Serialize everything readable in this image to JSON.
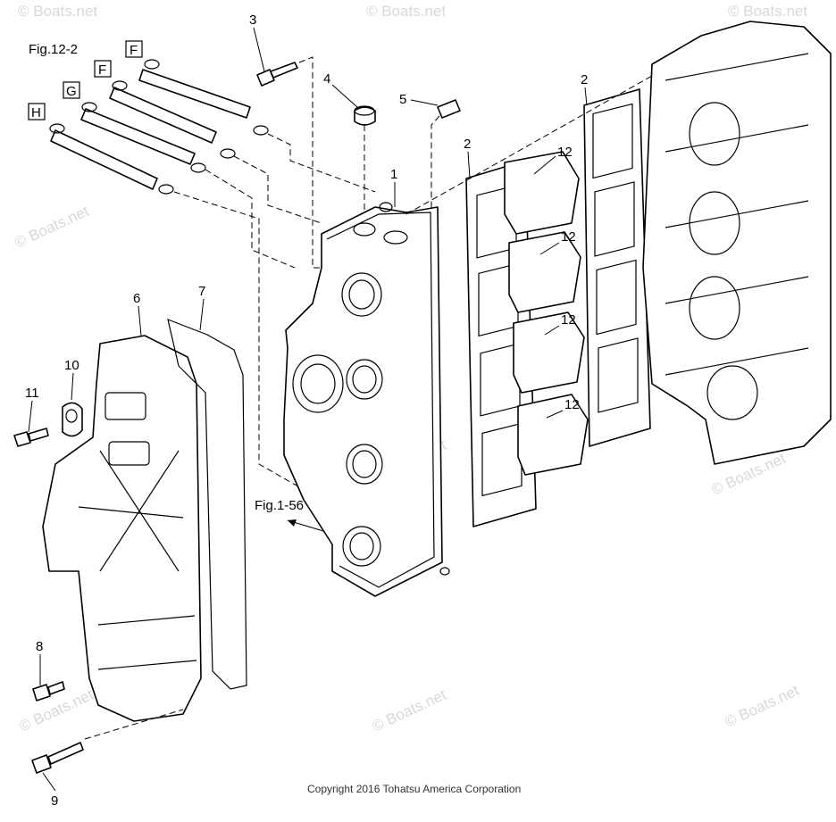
{
  "figure": {
    "fig_ref": "Fig.12-2",
    "fig_ref_2": "Fig.1-56",
    "copyright": "Copyright 2016 Tohatsu America Corporation",
    "watermark": "© Boats.net"
  },
  "letter_boxes": [
    "F",
    "F",
    "G",
    "H"
  ],
  "callouts": {
    "c1": "1",
    "c2a": "2",
    "c2b": "2",
    "c3": "3",
    "c4": "4",
    "c5": "5",
    "c6": "6",
    "c7": "7",
    "c8": "8",
    "c9": "9",
    "c10": "10",
    "c11": "11",
    "c12a": "12",
    "c12b": "12",
    "c12c": "12",
    "c12d": "12"
  },
  "colors": {
    "line": "#000000",
    "watermark": "#d8d8d8",
    "background": "#ffffff"
  }
}
